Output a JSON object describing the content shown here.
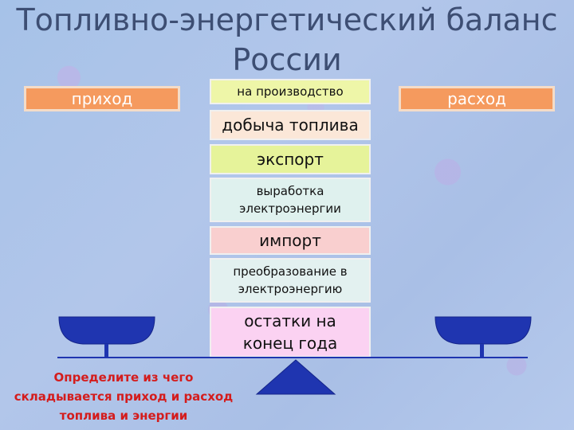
{
  "title": "Топливно-энергетический баланс России",
  "income_label": "приход",
  "expense_label": "расход",
  "items": [
    {
      "text": "на производство",
      "color": "#eef6a8"
    },
    {
      "text": "добыча топлива",
      "color": "#fbe7d8"
    },
    {
      "text": "экспорт",
      "color": "#e6f39a"
    },
    {
      "text": "выработка электроэнергии",
      "color": "#dff1ee"
    },
    {
      "text": "импорт",
      "color": "#f9cfcf"
    },
    {
      "text": "преобразование в электроэнергию",
      "color": "#e3f1f0"
    },
    {
      "text": "остатки на конец года",
      "color": "#fbd2f2"
    }
  ],
  "question": "Определите из чего складывается приход и расход топлива и энергии",
  "colors": {
    "title": "#3d4e73",
    "side_box": "#f59a5e",
    "scale": "#1f35b0",
    "question": "#d41c1c"
  }
}
